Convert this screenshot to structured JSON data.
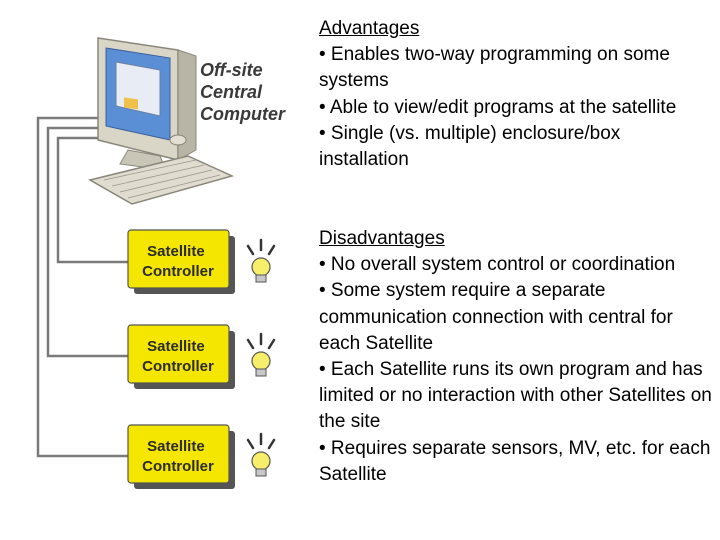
{
  "computer": {
    "label_lines": [
      "Off-site",
      "Central",
      "Computer"
    ]
  },
  "controllers": [
    {
      "lines": [
        "Satellite",
        "Controller"
      ]
    },
    {
      "lines": [
        "Satellite",
        "Controller"
      ]
    },
    {
      "lines": [
        "Satellite",
        "Controller"
      ]
    }
  ],
  "advantages": {
    "heading": "Advantages",
    "items": [
      "• Enables two-way programming on some systems",
      "• Able to view/edit programs at the satellite",
      "• Single (vs. multiple) enclosure/box installation"
    ]
  },
  "disadvantages": {
    "heading": "Disadvantages",
    "items": [
      "• No overall system control or coordination",
      "• Some system require a separate communication connection with central for each Satellite",
      "• Each Satellite runs its own program and has limited or no interaction with other Satellites on the site",
      "• Requires separate sensors, MV, etc. for each Satellite"
    ]
  },
  "colors": {
    "controller_fill": "#f5e600",
    "wire": "#7a7a7a",
    "bulb": "#f7ef6a"
  }
}
